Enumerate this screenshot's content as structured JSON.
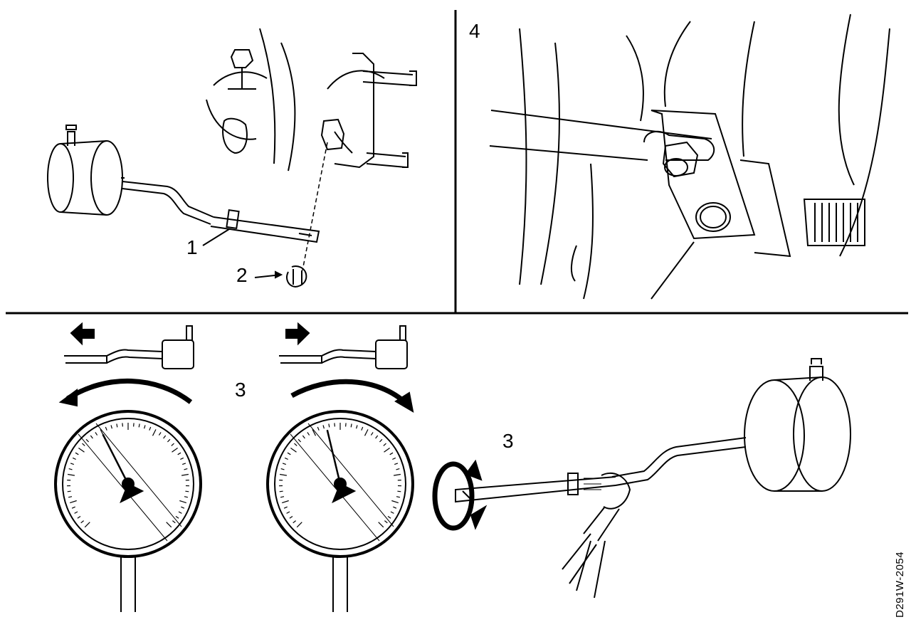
{
  "callouts": {
    "part1": "1",
    "part2": "2",
    "step3_gauges": "3",
    "step3_adjust": "3",
    "step4": "4"
  },
  "figure_code": "D291W-2054",
  "gauge_left": {
    "needle_fraction": 0.4,
    "sweep_direction": "counterclockwise"
  },
  "gauge_right": {
    "needle_fraction": 0.45,
    "sweep_direction": "clockwise"
  },
  "arrow_left": {
    "direction": "left"
  },
  "arrow_right": {
    "direction": "right"
  }
}
